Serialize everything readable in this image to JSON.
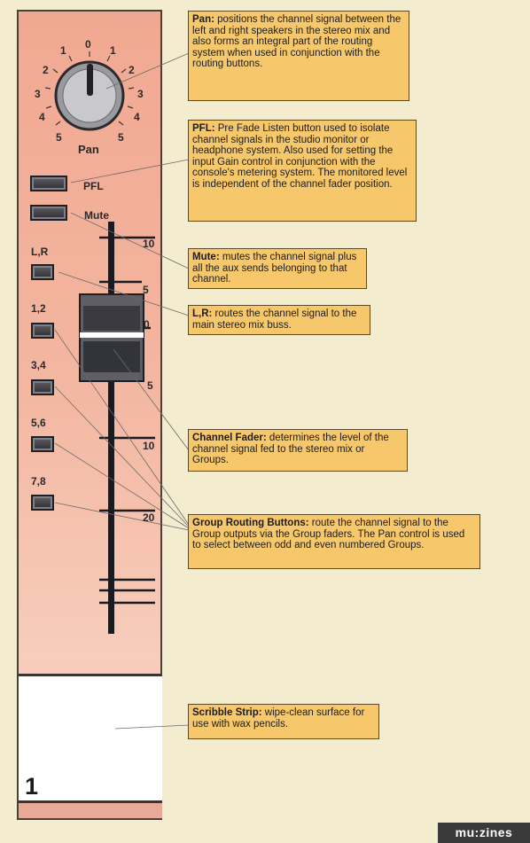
{
  "strip": {
    "knob_label": "Pan",
    "knob_scale_left": [
      "0",
      "1",
      "2",
      "3",
      "4",
      "5"
    ],
    "knob_scale_right": [
      "1",
      "2",
      "3",
      "4",
      "5"
    ],
    "pfl_label": "PFL",
    "mute_label": "Mute",
    "routing": [
      "L,R",
      "1,2",
      "3,4",
      "5,6",
      "7,8"
    ],
    "fader_scale": [
      "10",
      "5",
      "0",
      "5",
      "10",
      "20"
    ],
    "channel_number": "1"
  },
  "callouts": {
    "pan": {
      "title": "Pan:",
      "text": " positions the channel signal between the left and right speakers in the stereo mix and also forms an integral part of the routing system when used in conjunction with the routing buttons."
    },
    "pfl": {
      "title": "PFL:",
      "text": " Pre Fade Listen button used to isolate channel signals in the studio monitor or headphone system. Also used for setting the input Gain control in conjunction with the console's metering system. The monitored level is independent of the channel fader position."
    },
    "mute": {
      "title": "Mute:",
      "text": " mutes the channel signal plus all the aux sends belonging to that channel."
    },
    "lr": {
      "title": "L,R:",
      "text": " routes the channel signal to the main stereo mix buss."
    },
    "fader": {
      "title": "Channel Fader:",
      "text": " determines the level of the channel signal fed to the stereo mix or Groups."
    },
    "group": {
      "title": "Group Routing Buttons:",
      "text": " route the channel signal to the Group outputs via the Group faders. The Pan control is used to select between odd and even numbered Groups."
    },
    "scribble": {
      "title": "Scribble Strip:",
      "text": " wipe-clean surface for use with wax pencils."
    }
  },
  "logo": {
    "text": "mu:zines"
  }
}
